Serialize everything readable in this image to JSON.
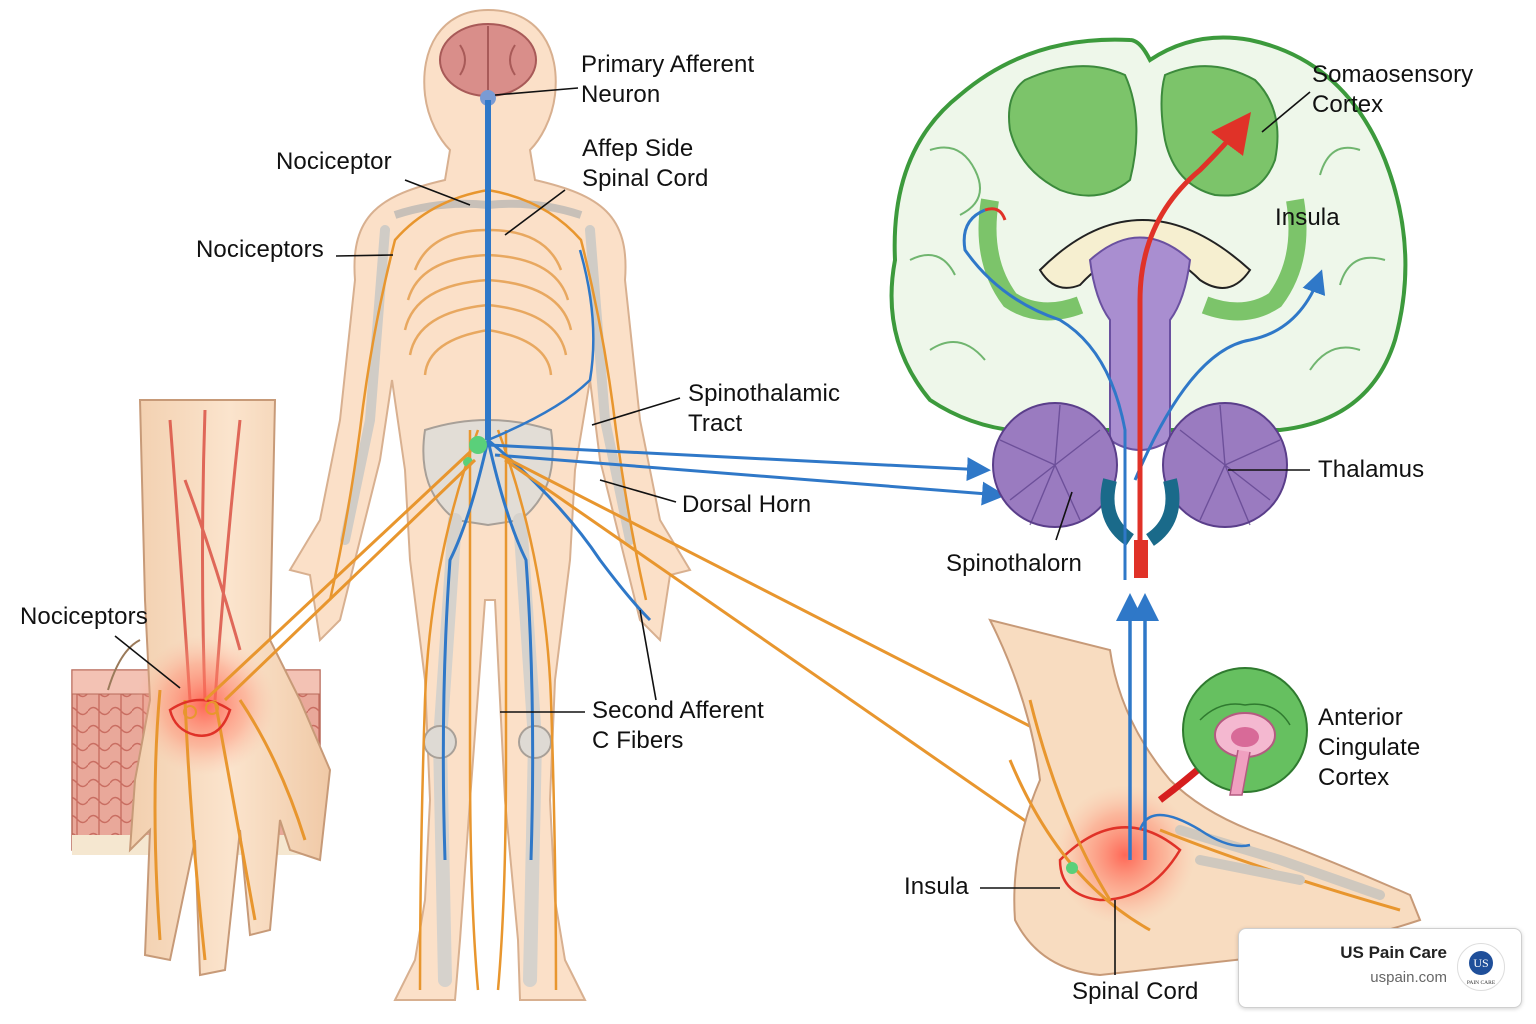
{
  "labels": {
    "primary_afferent": [
      "Primary Afferent",
      "Neuron"
    ],
    "nociceptor": "Nociceptor",
    "affep_side": [
      "Affep Side",
      "Spinal Cord"
    ],
    "nociceptors_arm": "Nociceptors",
    "spinothalamic": [
      "Spinothalamic",
      "Tract"
    ],
    "dorsal_horn": "Dorsal Horn",
    "second_afferent": [
      "Second Afferent",
      "C Fibers"
    ],
    "nociceptors_hand": "Nociceptors",
    "somatosensory": [
      "Somaosensory",
      "Cortex"
    ],
    "insula_brain": "Insula",
    "thalamus": "Thalamus",
    "spinothalorn": "Spinothalorn",
    "anterior_cingulate": [
      "Anterior",
      "Cingulate",
      "Cortex"
    ],
    "insula_foot": "Insula",
    "spinal_cord": "Spinal Cord"
  },
  "badge": {
    "name": "US Pain Care",
    "url": "uspain.com",
    "logo_text": "US",
    "logo_sub": "PAIN CARE"
  },
  "colors": {
    "nerve_orange": "#e8962e",
    "nerve_blue": "#2f78c8",
    "pain_red": "#e03228",
    "cortex_green": "#7cc46a",
    "thalamus_purple": "#9a7bc0",
    "skin": "#f6d9bd"
  }
}
